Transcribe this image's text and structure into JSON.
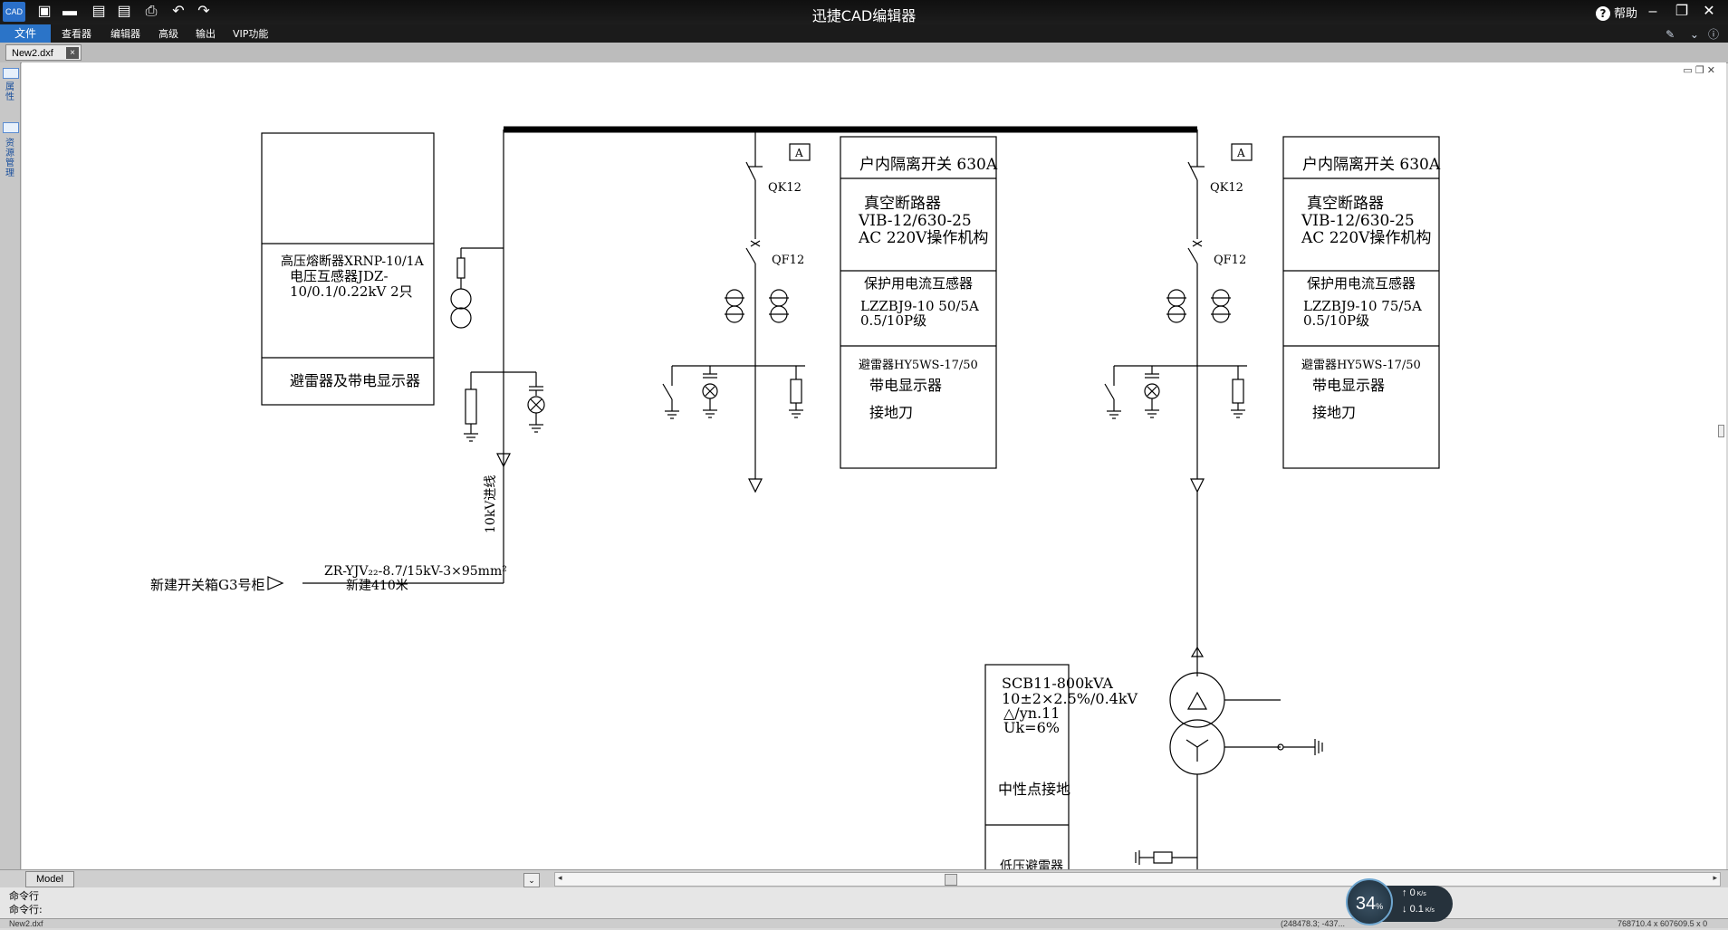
{
  "window": {
    "title": "迅捷CAD编辑器",
    "help": "帮助",
    "logo": "CAD"
  },
  "menu": {
    "file": "文件",
    "items": [
      "查看器",
      "编辑器",
      "高级",
      "输出",
      "VIP功能"
    ]
  },
  "doc_tab": {
    "label": "New2.dxf",
    "close": "×"
  },
  "left_panel": {
    "items": [
      "属性",
      "资源管理"
    ]
  },
  "drawing": {
    "left_table": {
      "row1": [
        "高压熔断器XRNP-10/1A",
        "电压互感器JDZ-",
        "10/0.1/0.22kV  2只"
      ],
      "row2": "避雷器及带电显示器"
    },
    "incoming_line": "10kV进线",
    "source": "新建开关箱G3号柜",
    "cable": [
      "ZR-YJV₂₂-8.7/15kV-3×95mm²",
      "新建410米"
    ],
    "tag_a": "A",
    "disconnector_code": "QK12",
    "breaker_code": "QF12",
    "panel_table": {
      "row1": "户内隔离开关 630A",
      "row2": [
        "真空断路器",
        "VIB-12/630-25",
        "AC  220V操作机构"
      ],
      "row3_left": [
        "保护用电流互感器",
        "LZZBJ9-10 50/5A",
        "0.5/10P级"
      ],
      "row3_right": [
        "保护用电流互感器",
        "LZZBJ9-10 75/5A",
        "0.5/10P级"
      ],
      "row4": [
        "避雷器HY5WS-17/50",
        "带电显示器",
        "接地刀"
      ]
    },
    "transformer": [
      "SCB11-800kVA",
      "10±2×2.5%/0.4kV",
      "△/yn.11",
      "Uk=6%"
    ],
    "neutral": "中性点接地",
    "lv_arrester": "低压避雷器"
  },
  "bottom": {
    "model_tab": "Model",
    "cmd_lines": [
      "命令行",
      "命令行:"
    ],
    "status_file": "New2.dxf",
    "coord_left": "(248478.3; -437...",
    "coord_right": "768710.4 x 607609.5 x 0"
  },
  "speed": {
    "percent": "34",
    "unit": "%",
    "up": "0",
    "down": "0.1",
    "rate_unit": "K/s"
  }
}
